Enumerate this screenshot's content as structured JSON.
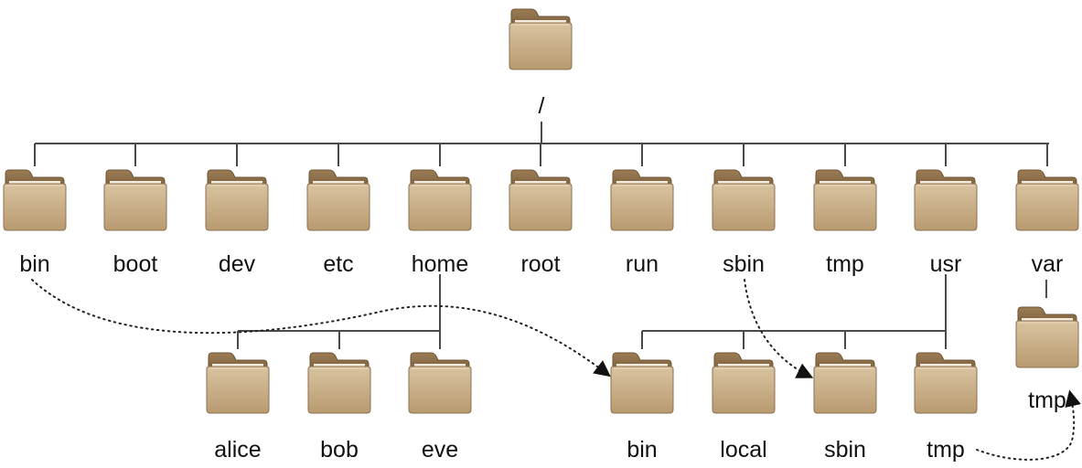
{
  "root": {
    "label": "/"
  },
  "top_level": [
    {
      "id": "bin",
      "label": "bin"
    },
    {
      "id": "boot",
      "label": "boot"
    },
    {
      "id": "dev",
      "label": "dev"
    },
    {
      "id": "etc",
      "label": "etc"
    },
    {
      "id": "home",
      "label": "home"
    },
    {
      "id": "root",
      "label": "root"
    },
    {
      "id": "run",
      "label": "run"
    },
    {
      "id": "sbin",
      "label": "sbin"
    },
    {
      "id": "tmp",
      "label": "tmp"
    },
    {
      "id": "usr",
      "label": "usr"
    },
    {
      "id": "var",
      "label": "var"
    }
  ],
  "home_children": [
    {
      "id": "alice",
      "label": "alice"
    },
    {
      "id": "bob",
      "label": "bob"
    },
    {
      "id": "eve",
      "label": "eve"
    }
  ],
  "usr_children": [
    {
      "id": "usr-bin",
      "label": "bin"
    },
    {
      "id": "usr-local",
      "label": "local"
    },
    {
      "id": "usr-sbin",
      "label": "sbin"
    },
    {
      "id": "usr-tmp",
      "label": "tmp"
    }
  ],
  "var_children": [
    {
      "id": "var-tmp",
      "label": "tmp"
    }
  ],
  "symlinks": [
    {
      "from": "bin",
      "to": "usr-bin"
    },
    {
      "from": "sbin",
      "to": "usr-sbin"
    },
    {
      "from": "usr-tmp",
      "to": "var-tmp"
    }
  ],
  "colors": {
    "folder_back": "#8b6d48",
    "folder_front": "#c8b08a",
    "line": "#4a4a4a"
  }
}
